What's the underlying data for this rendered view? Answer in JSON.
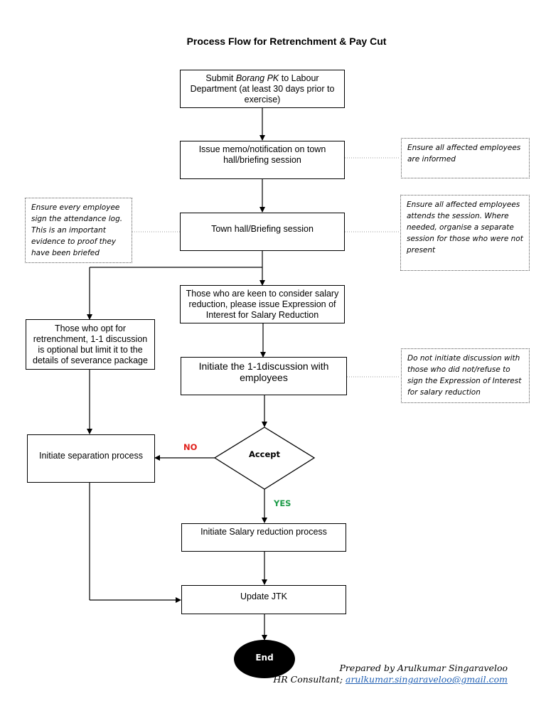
{
  "title": "Process Flow for Retrenchment & Pay Cut",
  "steps": {
    "submit": {
      "pre": "Submit ",
      "em": "Borang PK",
      "post": " to Labour Department (at least 30 days prior to exercise)"
    },
    "memo": "Issue memo/notification on town hall/briefing session",
    "townhall": "Town hall/Briefing session",
    "keen": "Those who are keen to consider salary reduction, please issue Expression of Interest for Salary Reduction",
    "retrench": "Those who opt for retrenchment, 1-1 discussion is optional but limit it to the details of severance package",
    "discussion": "Initiate the 1-1discussion with employees",
    "separation": "Initiate separation process",
    "decision": "Accept",
    "salary": "Initiate Salary reduction process",
    "jtk": "Update JTK",
    "end": "End"
  },
  "labels": {
    "no": "NO",
    "yes": "YES"
  },
  "notes": {
    "informed": "Ensure all affected employees are informed",
    "attendance": "Ensure every employee sign the attendance log. This is an important evidence to proof they have been briefed",
    "attends": "Ensure all affected employees attends the session. Where needed, organise a separate session for those who were not present",
    "no_initiate": "Do not initiate discussion with those who did not/refuse to sign the Expression of Interest for salary reduction"
  },
  "credit": {
    "prepared": "Prepared by Arulkumar Singaraveloo",
    "role": "HR Consultant; ",
    "email": "arulkumar.singaraveloo@gmail.com"
  },
  "colors": {
    "no": "#e0201b",
    "yes": "#1f9c4a",
    "link": "#1f5fb3",
    "end_fill": "#000000"
  }
}
